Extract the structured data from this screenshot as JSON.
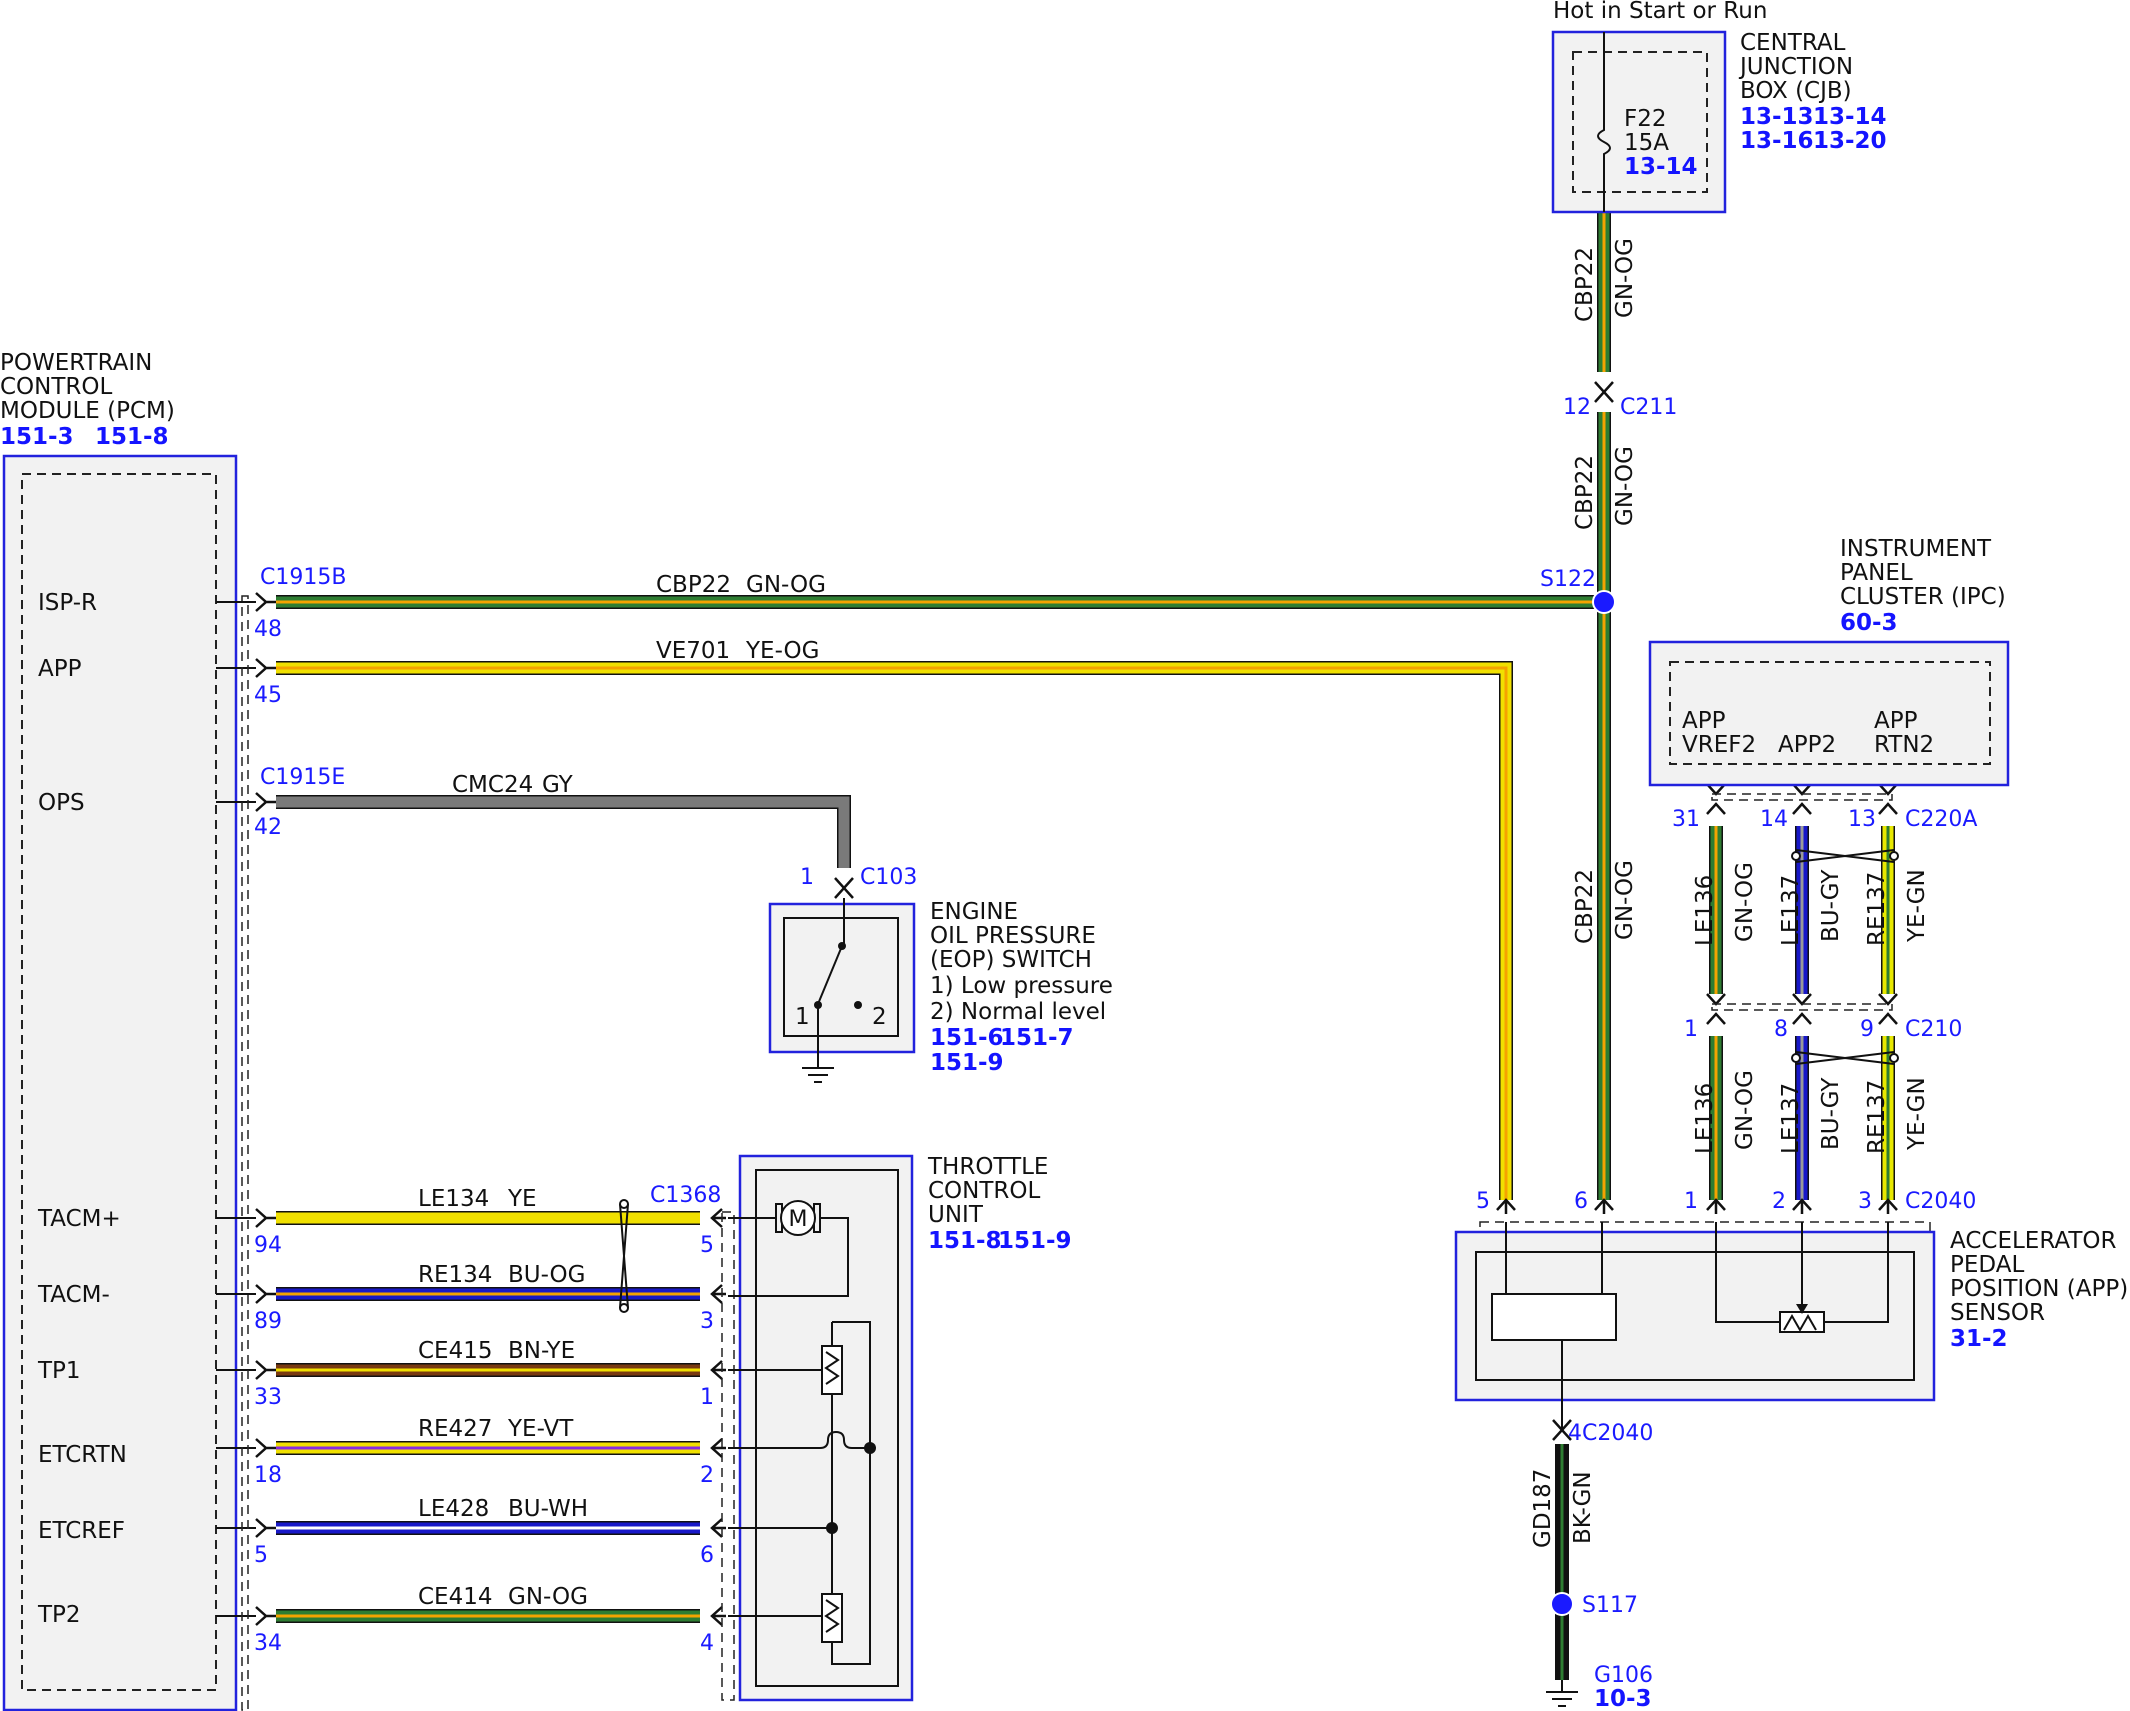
{
  "pcm": {
    "title": [
      "POWERTRAIN",
      "CONTROL",
      "MODULE (PCM)"
    ],
    "refs": [
      "151-3",
      "151-8"
    ],
    "pins": [
      "ISP-R",
      "APP",
      "OPS",
      "TACM+",
      "TACM-",
      "TP1",
      "ETCRTN",
      "ETCREF",
      "TP2"
    ],
    "conn_a": "C1915B",
    "conn_b": "C1915E",
    "pin_numbers": [
      "48",
      "45",
      "42",
      "94",
      "89",
      "33",
      "18",
      "5",
      "34"
    ]
  },
  "wires": [
    {
      "circuit": "CBP22",
      "color_code": "GN-OG",
      "base": "#2e7d32",
      "stripe": "#f5a300"
    },
    {
      "circuit": "VE701",
      "color_code": "YE-OG",
      "base": "#f0e000",
      "stripe": "#f5a300"
    },
    {
      "circuit": "CMC24",
      "color_code": "GY",
      "base": "#7a7a7a",
      "stripe": "#7a7a7a"
    },
    {
      "circuit": "LE134",
      "color_code": "YE",
      "base": "#f0e000",
      "stripe": "#f0e000"
    },
    {
      "circuit": "RE134",
      "color_code": "BU-OG",
      "base": "#1818c8",
      "stripe": "#f5a300"
    },
    {
      "circuit": "CE415",
      "color_code": "BN-YE",
      "base": "#7a3a10",
      "stripe": "#f0e000"
    },
    {
      "circuit": "RE427",
      "color_code": "YE-VT",
      "base": "#f0e000",
      "stripe": "#8a2be2"
    },
    {
      "circuit": "LE428",
      "color_code": "BU-WH",
      "base": "#1818c8",
      "stripe": "#ffffff"
    },
    {
      "circuit": "CE414",
      "color_code": "GN-OG",
      "base": "#2e7d32",
      "stripe": "#f5a300"
    },
    {
      "circuit": "LE136",
      "color_code": "GN-OG",
      "base": "#2e7d32",
      "stripe": "#f5a300"
    },
    {
      "circuit": "LE137",
      "color_code": "BU-GY",
      "base": "#1818c8",
      "stripe": "#9a9a9a"
    },
    {
      "circuit": "RE137",
      "color_code": "YE-GN",
      "base": "#e8e800",
      "stripe": "#2e7d32"
    },
    {
      "circuit": "GD187",
      "color_code": "BK-GN",
      "base": "#111111",
      "stripe": "#2e7d32"
    }
  ],
  "cjb": {
    "header": "Hot in Start or Run",
    "title": [
      "CENTRAL",
      "JUNCTION",
      "BOX (CJB)"
    ],
    "refs": [
      "13-13",
      "13-14",
      "13-16",
      "13-20"
    ],
    "fuse": "F22",
    "fuse_rating": "15A",
    "fuse_ref": "13-14"
  },
  "connectors": {
    "c211": "C211",
    "c211_pin": "12",
    "s122": "S122",
    "c103": "C103",
    "c103_pin": "1",
    "c1368": "C1368",
    "c1368_pins": [
      "5",
      "3",
      "1",
      "2",
      "6",
      "4"
    ],
    "c220a": "C220A",
    "c220a_pins": [
      "31",
      "14",
      "13"
    ],
    "c210": "C210",
    "c210_pins": [
      "1",
      "8",
      "9"
    ],
    "c2040": "C2040",
    "c2040_pins": [
      "5",
      "6",
      "1",
      "2",
      "3"
    ],
    "c2040_b": "C2040",
    "c2040_b_pin": "4",
    "s117": "S117",
    "g106": "G106",
    "g106_ref": "10-3"
  },
  "eop": {
    "title": [
      "ENGINE",
      "OIL PRESSURE",
      "(EOP) SWITCH"
    ],
    "notes": [
      "1) Low pressure",
      "2) Normal level"
    ],
    "refs": [
      "151-6",
      "151-7",
      "151-9"
    ],
    "contacts": [
      "1",
      "2"
    ]
  },
  "tcu": {
    "title": [
      "THROTTLE",
      "CONTROL",
      "UNIT"
    ],
    "refs": [
      "151-8",
      "151-9"
    ],
    "motor": "M"
  },
  "ipc": {
    "title": [
      "INSTRUMENT",
      "PANEL",
      "CLUSTER (IPC)"
    ],
    "ref": "60-3",
    "pins": [
      [
        "APP",
        "VREF2"
      ],
      [
        "APP2"
      ],
      [
        "APP",
        "RTN2"
      ]
    ]
  },
  "app_sensor": {
    "title": [
      "ACCELERATOR",
      "PEDAL",
      "POSITION (APP)",
      "SENSOR"
    ],
    "ref": "31-2"
  }
}
